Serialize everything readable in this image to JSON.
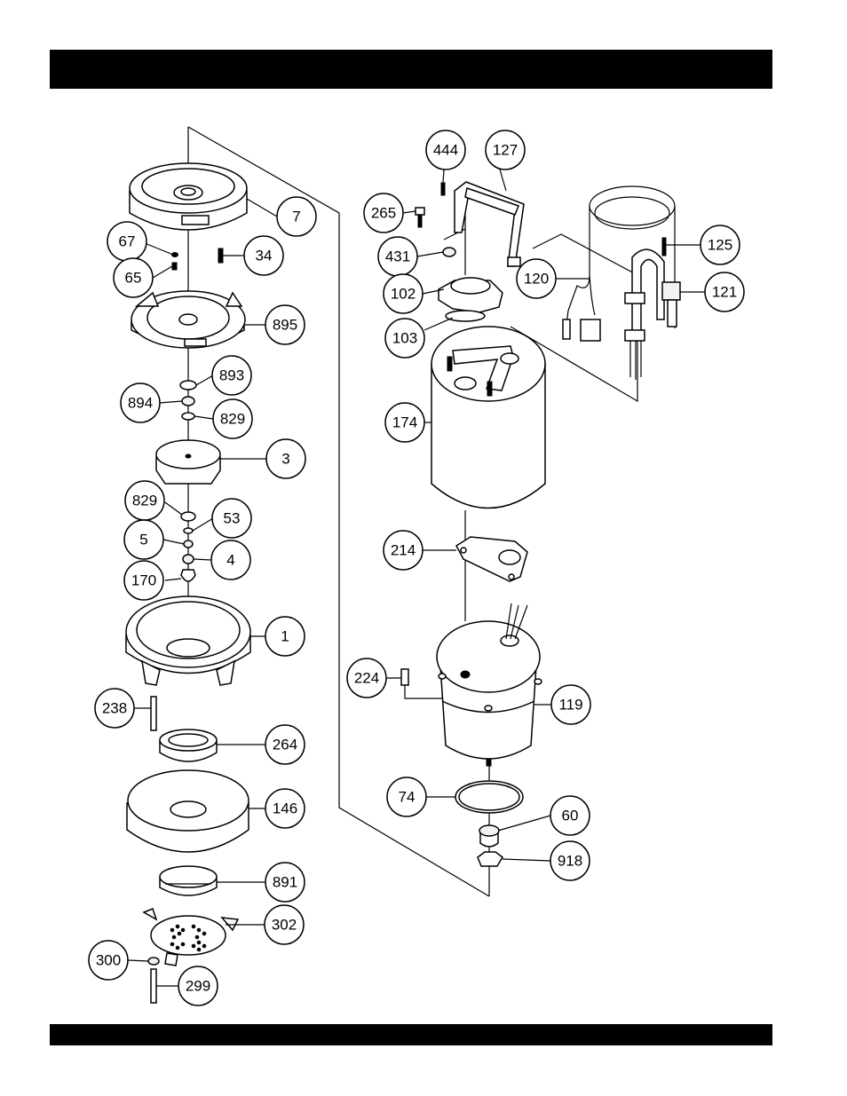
{
  "header": {
    "title": ""
  },
  "footer": {
    "text": ""
  },
  "callouts": [
    {
      "id": "c7",
      "label": "7"
    },
    {
      "id": "c67",
      "label": "67"
    },
    {
      "id": "c34",
      "label": "34"
    },
    {
      "id": "c65",
      "label": "65"
    },
    {
      "id": "c895",
      "label": "895"
    },
    {
      "id": "c893",
      "label": "893"
    },
    {
      "id": "c894",
      "label": "894"
    },
    {
      "id": "c829a",
      "label": "829"
    },
    {
      "id": "c3",
      "label": "3"
    },
    {
      "id": "c829b",
      "label": "829"
    },
    {
      "id": "c53",
      "label": "53"
    },
    {
      "id": "c5",
      "label": "5"
    },
    {
      "id": "c4",
      "label": "4"
    },
    {
      "id": "c170",
      "label": "170"
    },
    {
      "id": "c1",
      "label": "1"
    },
    {
      "id": "c238",
      "label": "238"
    },
    {
      "id": "c264",
      "label": "264"
    },
    {
      "id": "c146",
      "label": "146"
    },
    {
      "id": "c891",
      "label": "891"
    },
    {
      "id": "c302",
      "label": "302"
    },
    {
      "id": "c300",
      "label": "300"
    },
    {
      "id": "c299",
      "label": "299"
    },
    {
      "id": "c444",
      "label": "444"
    },
    {
      "id": "c127",
      "label": "127"
    },
    {
      "id": "c265",
      "label": "265"
    },
    {
      "id": "c431",
      "label": "431"
    },
    {
      "id": "c120",
      "label": "120"
    },
    {
      "id": "c125",
      "label": "125"
    },
    {
      "id": "c121",
      "label": "121"
    },
    {
      "id": "c102",
      "label": "102"
    },
    {
      "id": "c103",
      "label": "103"
    },
    {
      "id": "c174",
      "label": "174"
    },
    {
      "id": "c214",
      "label": "214"
    },
    {
      "id": "c224",
      "label": "224"
    },
    {
      "id": "c119",
      "label": "119"
    },
    {
      "id": "c74",
      "label": "74"
    },
    {
      "id": "c60",
      "label": "60"
    },
    {
      "id": "c918",
      "label": "918"
    }
  ]
}
